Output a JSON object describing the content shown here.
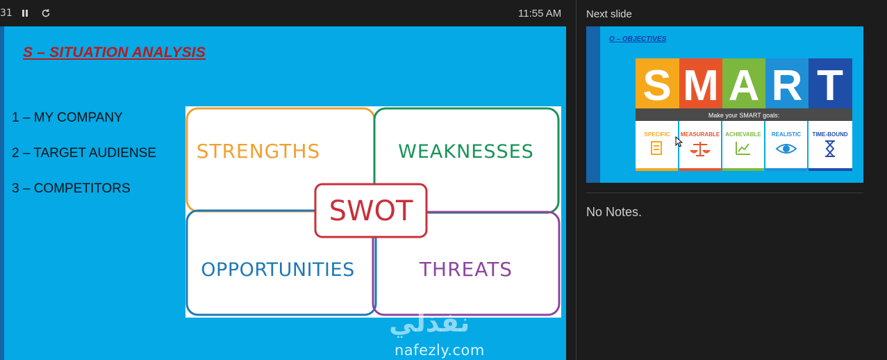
{
  "toolbar": {
    "timer": "31",
    "pause_icon": "pause-icon",
    "reset_icon": "reset-icon",
    "clock": "11:55 AM"
  },
  "current_slide": {
    "title": "S – SITUATION ANALYSIS",
    "agenda": [
      "1 – MY COMPANY",
      "2 – TARGET AUDIENSE",
      "3 – COMPETITORS"
    ],
    "swot": {
      "strengths": "STRENGTHS",
      "weaknesses": "WEAKNESSES",
      "opportunities": "OPPORTUNITIES",
      "threats": "THREATS",
      "center": "SWOT"
    },
    "watermark": {
      "arabic": "نفذلي",
      "latin": "nafezly.com"
    }
  },
  "next_slide": {
    "label": "Next slide",
    "title": "O – OBJECTIVES",
    "smart_letters": [
      "S",
      "M",
      "A",
      "R",
      "T"
    ],
    "banner": "Make your SMART goals:",
    "banner_bold": "SMART",
    "criteria": [
      "SPECIFIC",
      "MEASURABLE",
      "ACHIEVABLE",
      "REALISTIC",
      "TIME-BOUND"
    ]
  },
  "notes": "No Notes.",
  "colors": {
    "slide_bg": "#04a9e6",
    "title_red": "#c01818",
    "strengths": "#f0a030",
    "weaknesses": "#18935a",
    "opportunities": "#1e78b4",
    "threats": "#8e44a0",
    "swot_center": "#c8303a"
  }
}
